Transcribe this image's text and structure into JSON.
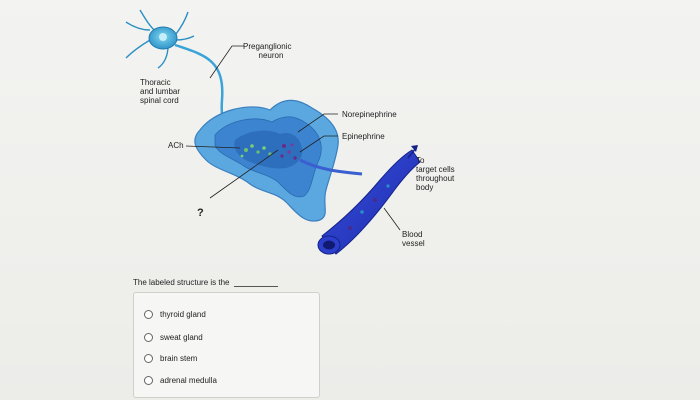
{
  "diagram": {
    "labels": {
      "preganglionic_neuron": [
        "Preganglionic",
        "neuron"
      ],
      "spinal_cord": [
        "Thoracic",
        "and lumbar",
        "spinal cord"
      ],
      "ach": "ACh",
      "norepinephrine": "Norepinephrine",
      "epinephrine": "Epinephrine",
      "target": [
        "To",
        "target cells",
        "throughout",
        "body"
      ],
      "blood_vessel": [
        "Blood",
        "vessel"
      ],
      "unknown": "?"
    }
  },
  "question": {
    "text": "The labeled structure is the",
    "options": [
      {
        "label": "thyroid gland",
        "selected": false
      },
      {
        "label": "sweat gland",
        "selected": false
      },
      {
        "label": "brain stem",
        "selected": false
      },
      {
        "label": "adrenal medulla",
        "selected": false
      }
    ]
  }
}
